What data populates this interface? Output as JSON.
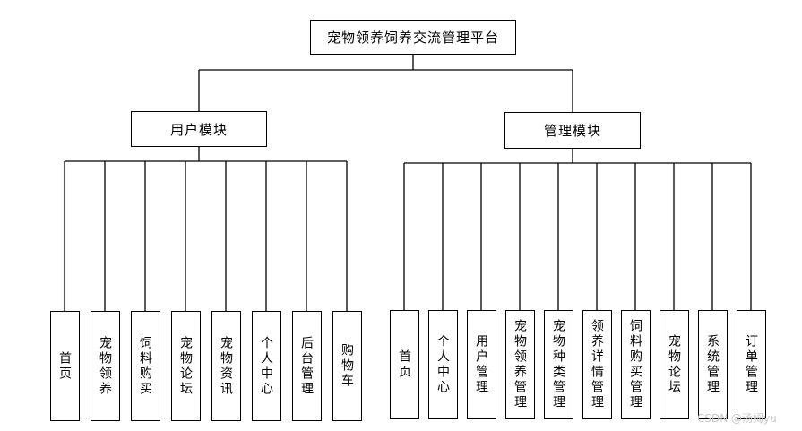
{
  "root": {
    "label": "宠物领养饲养交流管理平台"
  },
  "user_module": {
    "label": "用户模块",
    "children": [
      "首页",
      "宠物领养",
      "饲料购买",
      "宠物论坛",
      "宠物资讯",
      "个人中心",
      "后台管理",
      "购物车"
    ]
  },
  "admin_module": {
    "label": "管理模块",
    "children": [
      "首页",
      "个人中心",
      "用户管理",
      "宠物领养管理",
      "宠物种类管理",
      "领养详情管理",
      "饲料购买管理",
      "宠物论坛",
      "系统管理",
      "订单管理"
    ]
  },
  "watermark": "CSDN @汤姆yu",
  "colors": {
    "line": "#000000",
    "box_border": "#000000",
    "watermark": "#c8c8c8"
  }
}
